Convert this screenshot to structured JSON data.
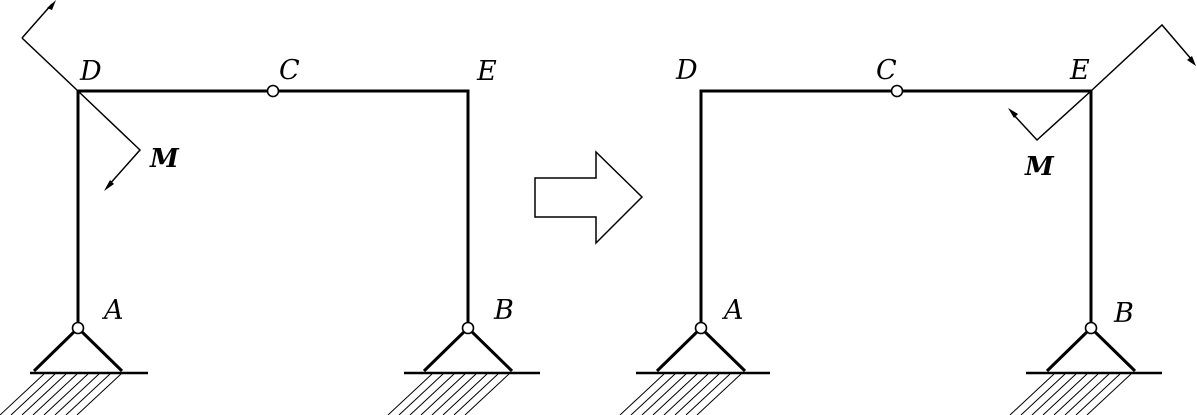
{
  "left_frame": {
    "labels": {
      "D": "D",
      "C": "C",
      "E": "E",
      "A": "A",
      "B": "B"
    },
    "moment_label": "M"
  },
  "right_frame": {
    "labels": {
      "D": "D",
      "C": "C",
      "E": "E",
      "A": "A",
      "B": "B"
    },
    "moment_label": "M"
  }
}
